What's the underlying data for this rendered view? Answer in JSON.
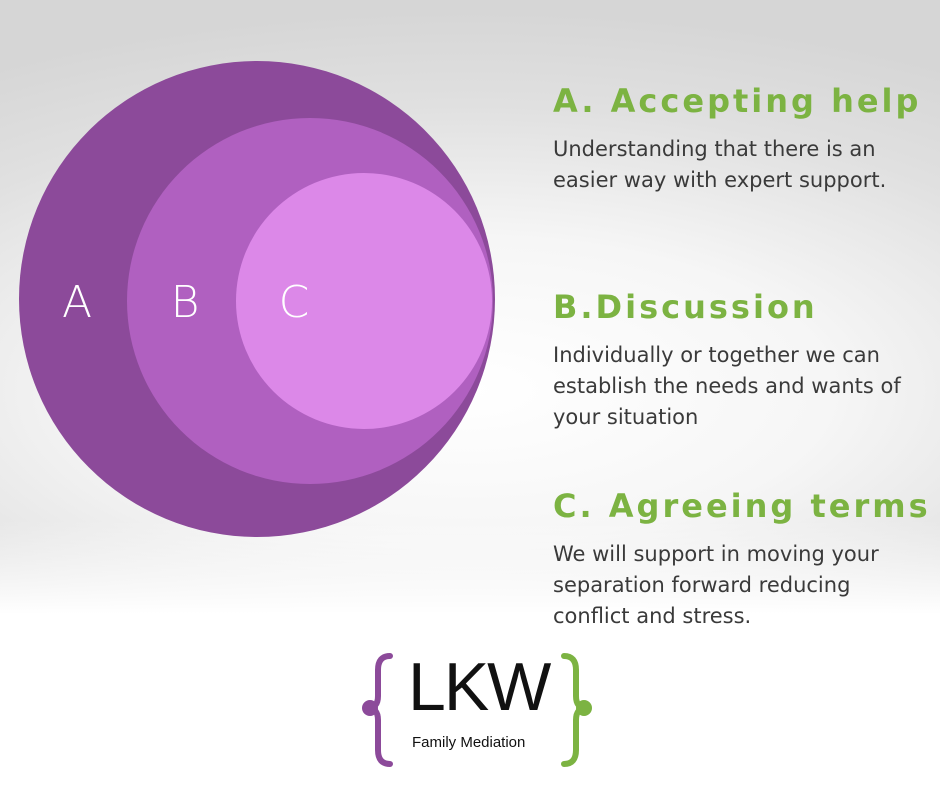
{
  "colors": {
    "outer_circle": "#8c4a9a",
    "middle_circle": "#b060c0",
    "inner_circle": "#dc88e8",
    "heading_green": "#7cb342",
    "body_text": "#3a3a3a",
    "brace_purple": "#8c4a9a",
    "brace_green": "#7cb342"
  },
  "diagram": {
    "circle_a_label": "A",
    "circle_b_label": "B",
    "circle_c_label": "C"
  },
  "items": [
    {
      "title": "A. Accepting help",
      "text": "Understanding that there is an easier way with expert support."
    },
    {
      "title": "B.Discussion",
      "text": "Individually or together we can establish the needs and wants of your situation"
    },
    {
      "title": "C. Agreeing terms",
      "text": "We will support in moving your separation forward reducing conflict and stress."
    }
  ],
  "logo": {
    "main": "LKW",
    "sub": "Family Mediation"
  }
}
